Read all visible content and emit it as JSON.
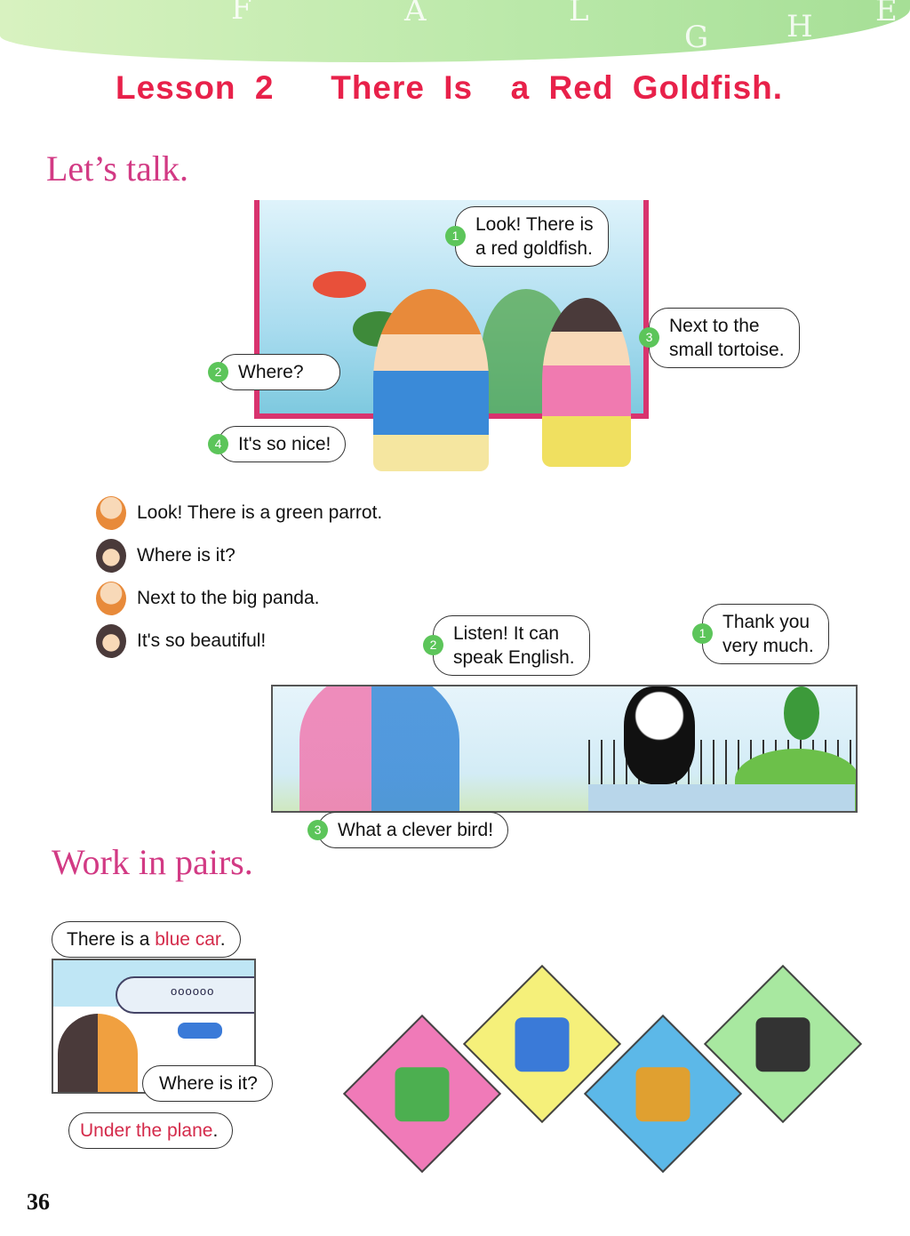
{
  "header": {
    "title": "Lesson 2   There Is  a Red Goldfish.",
    "banner_letters": [
      "F",
      "A",
      "L",
      "G",
      "H",
      "E"
    ]
  },
  "talk": {
    "heading": "Let’s talk.",
    "scene1_bubbles": [
      {
        "n": "1",
        "text": "Look! There is\na red goldfish."
      },
      {
        "n": "2",
        "text": "Where?"
      },
      {
        "n": "3",
        "text": "Next to the\nsmall tortoise."
      },
      {
        "n": "4",
        "text": "It's so nice!"
      }
    ],
    "dialogue": [
      {
        "speaker": "boy",
        "text": "Look! There is a green parrot."
      },
      {
        "speaker": "girl",
        "text": "Where is it?"
      },
      {
        "speaker": "boy",
        "text": "Next to the big panda."
      },
      {
        "speaker": "girl",
        "text": "It's so beautiful!"
      }
    ],
    "scene2_bubbles": [
      {
        "n": "1",
        "text": "Thank you\nvery much."
      },
      {
        "n": "2",
        "text": "Listen! It can\nspeak English."
      },
      {
        "n": "3",
        "text": "What a clever bird!"
      }
    ]
  },
  "pairs": {
    "heading": "Work in pairs.",
    "b1_prefix": "There is a ",
    "b1_highlight": "blue car",
    "b1_suffix": ".",
    "b2": "Where is it?",
    "b3": "Under the plane",
    "b3_suffix": ".",
    "plane_windows": "oooooo"
  },
  "page_number": "36",
  "colors": {
    "title": "#e8214a",
    "section": "#d23a84",
    "number_badge": "#5cc55a",
    "highlight": "#d42a4a"
  }
}
